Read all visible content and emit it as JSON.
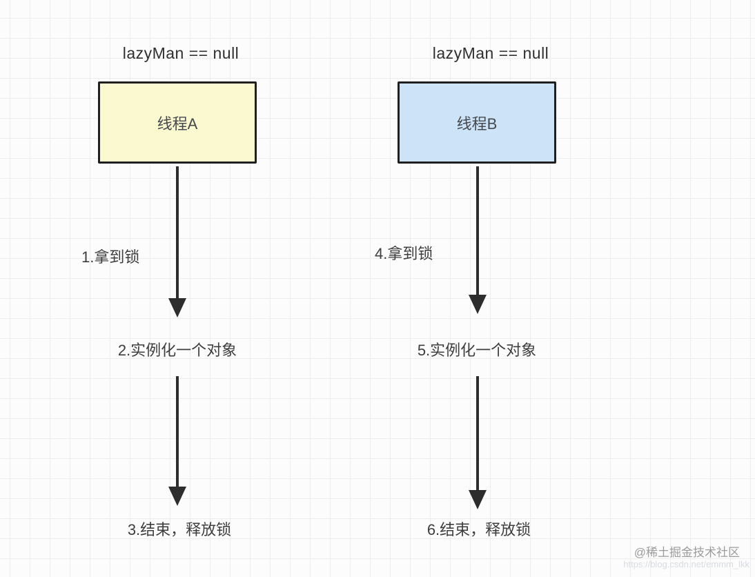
{
  "diagram": {
    "columns": [
      {
        "condition": "lazyMan == null",
        "box_label": "线程A",
        "steps": [
          "1.拿到锁",
          "2.实例化一个对象",
          "3.结束，释放锁"
        ]
      },
      {
        "condition": "lazyMan == null",
        "box_label": "线程B",
        "steps": [
          "4.拿到锁",
          "5.实例化一个对象",
          "6.结束，释放锁"
        ]
      }
    ]
  },
  "colors": {
    "thread_a_fill": "#fbf9d0",
    "thread_b_fill": "#cde3f7",
    "box_border": "#1f1f1f",
    "arrow": "#2d2d2d",
    "grid_line": "#ededed",
    "background": "#fcfcfc"
  },
  "watermark": {
    "community": "@稀土掘金技术社区",
    "url": "https://blog.csdn.net/emmm_lkk"
  }
}
